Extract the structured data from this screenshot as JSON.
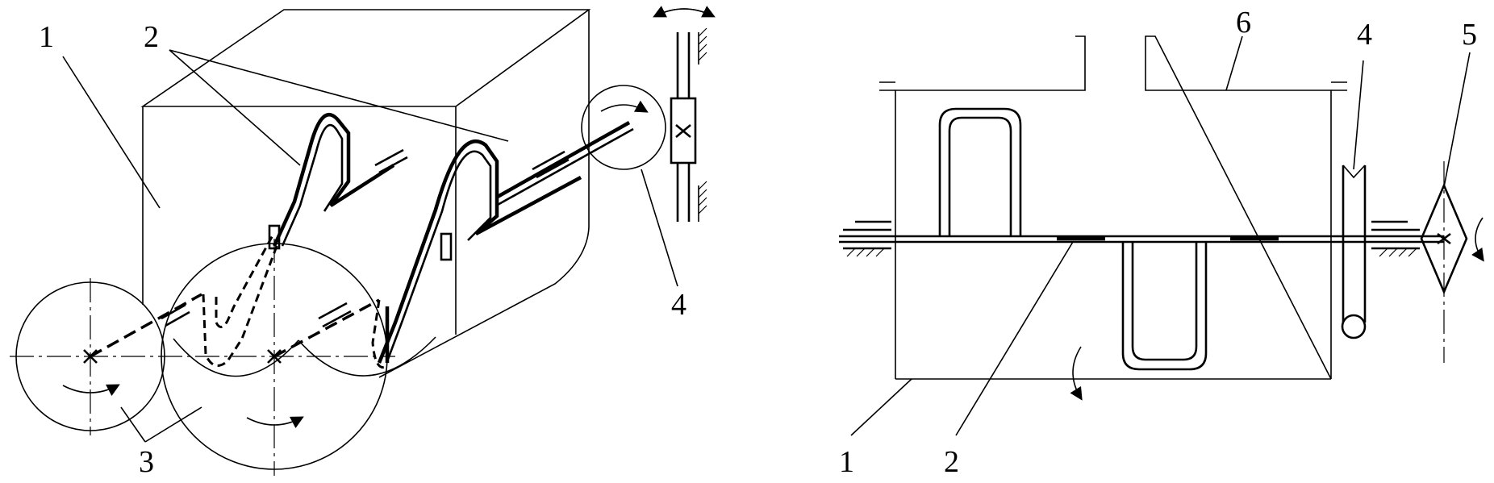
{
  "left_view": {
    "labels": [
      "1",
      "2",
      "3",
      "4"
    ]
  },
  "right_view": {
    "labels": [
      "1",
      "2",
      "4",
      "5",
      "6"
    ]
  }
}
